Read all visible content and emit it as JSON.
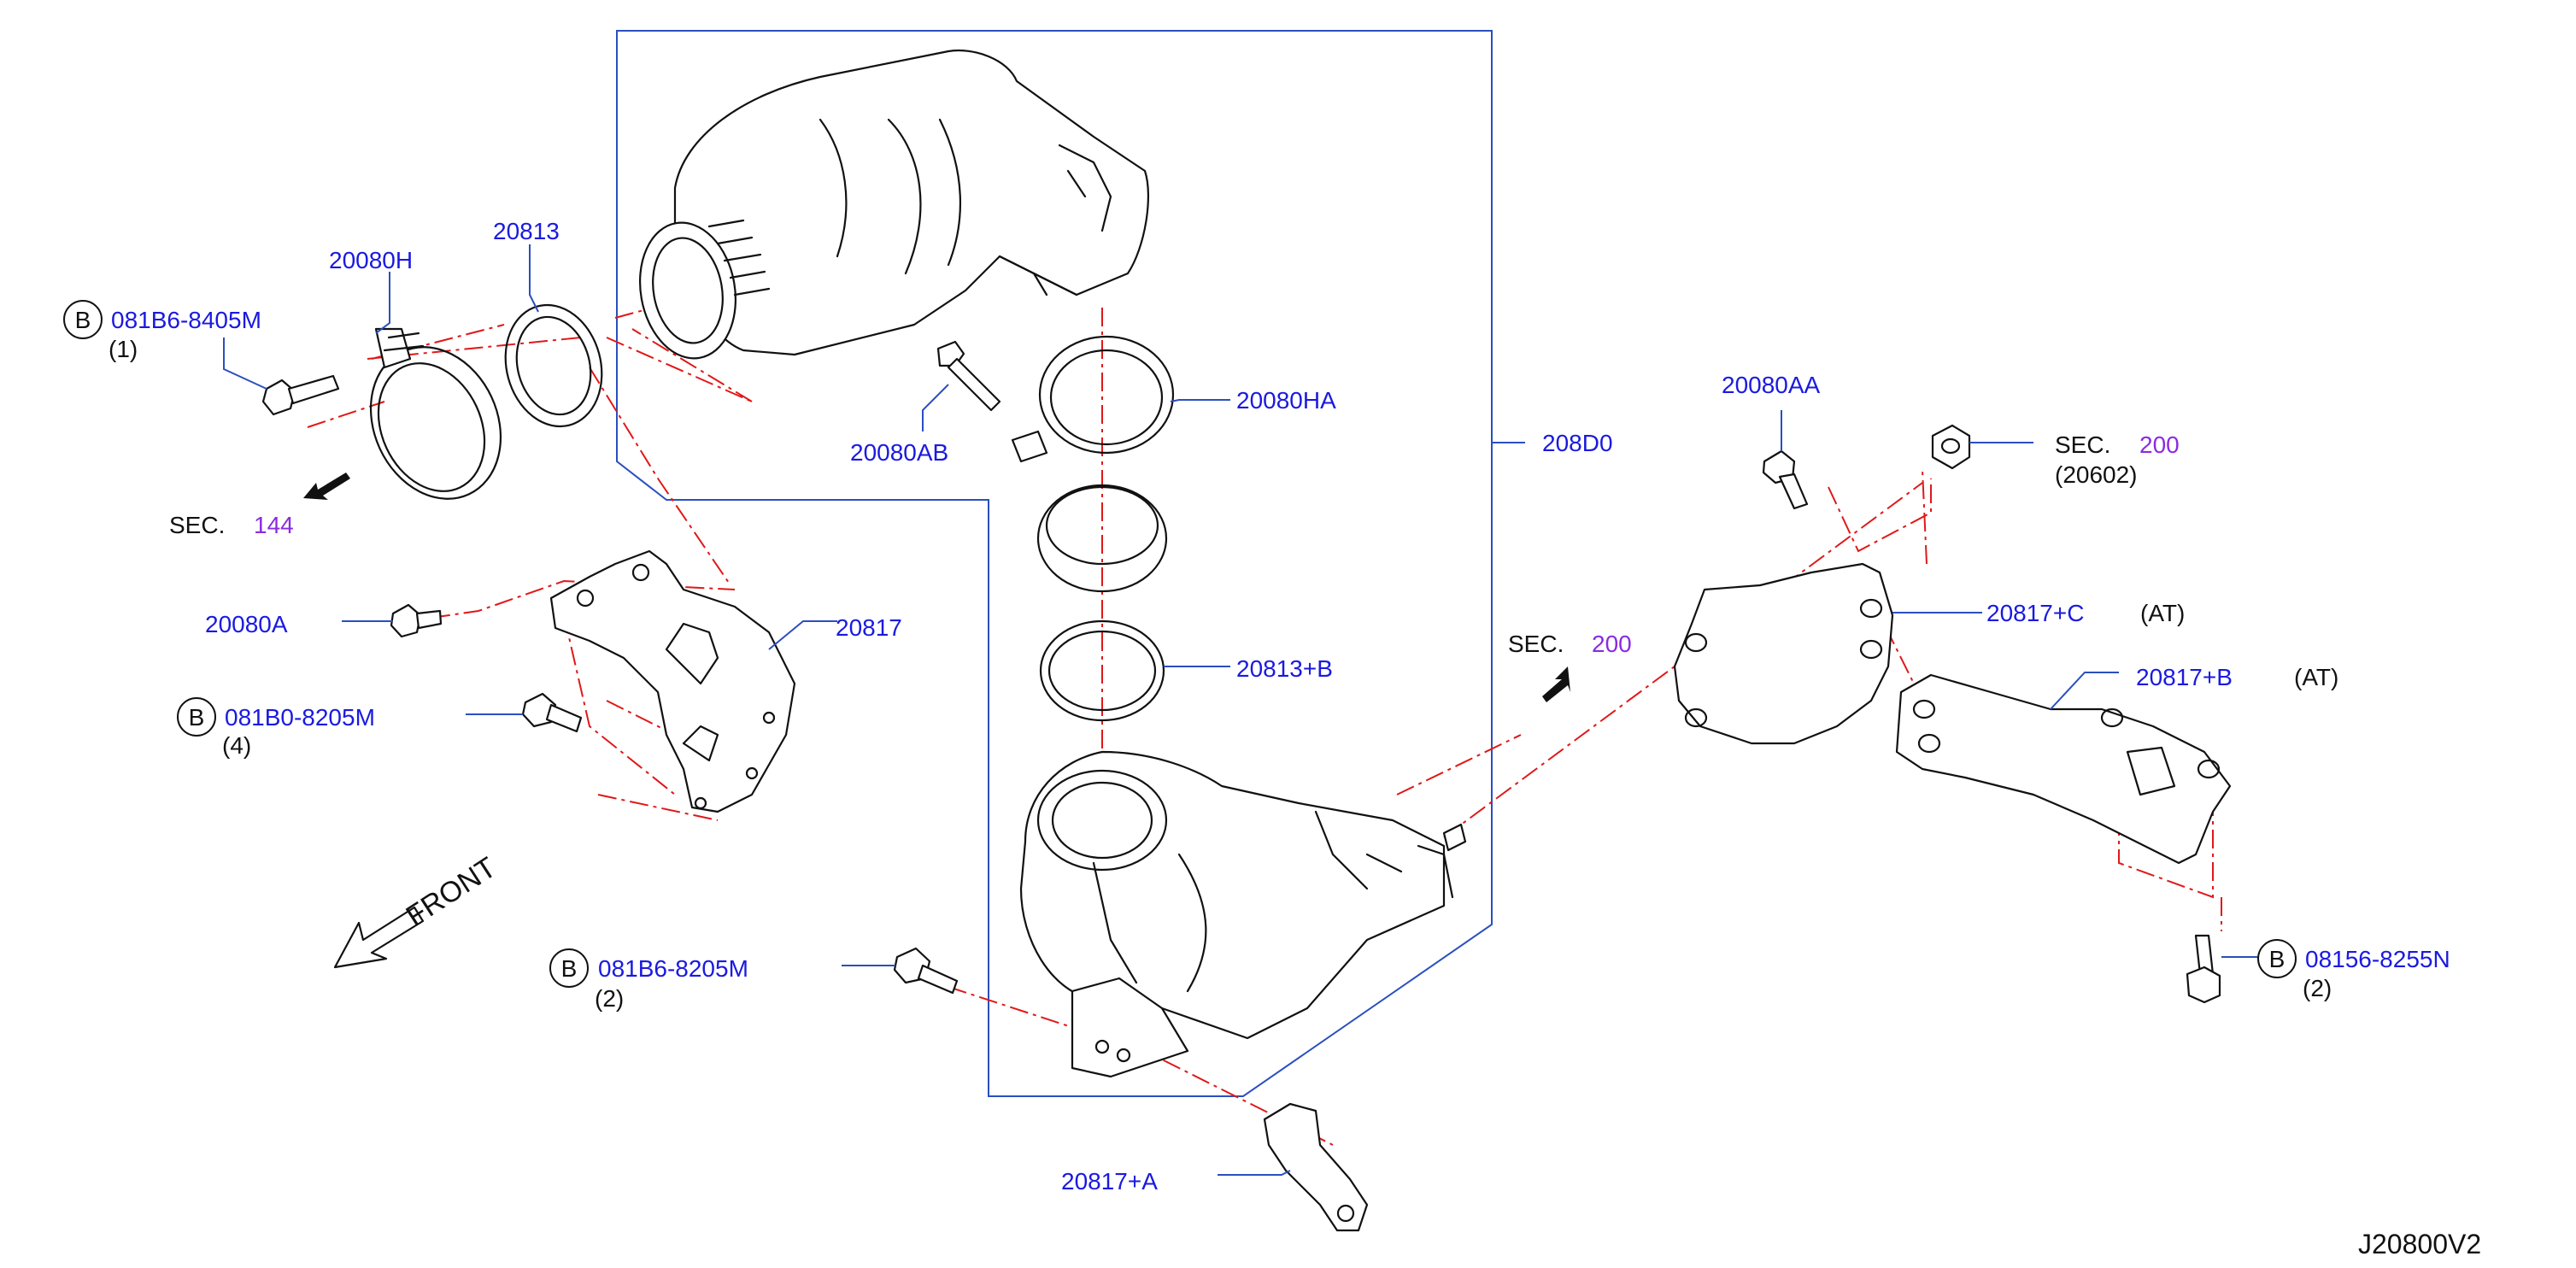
{
  "diagram_id": "J20800V2",
  "front_label": "FRONT",
  "callouts": {
    "bolt_081B6_8405M": {
      "prefix": "B",
      "code": "081B6-8405M",
      "qty": "(1)"
    },
    "clamp_20080H": "20080H",
    "gasket_20813": "20813",
    "sec_144": {
      "word": "SEC.",
      "num": "144"
    },
    "bolt_20080A": "20080A",
    "bracket_20817": "20817",
    "bolt_081B0_8205M": {
      "prefix": "B",
      "code": "081B0-8205M",
      "qty": "(4)"
    },
    "bolt_20080AB": "20080AB",
    "clamp_20080HA": "20080HA",
    "assembly_208D0": "208D0",
    "gasket_20813B": "20813+B",
    "sec_200_mid": {
      "word": "SEC.",
      "num": "200"
    },
    "bolt_081B6_8205M": {
      "prefix": "B",
      "code": "081B6-8205M",
      "qty": "(2)"
    },
    "bracket_20817A": "20817+A",
    "bolt_20080AA": "20080AA",
    "sec_200_right": {
      "word": "SEC.",
      "num": "200",
      "sub": "(20602)"
    },
    "bracket_20817C": {
      "code": "20817+C",
      "note": "(AT)"
    },
    "bracket_20817B": {
      "code": "20817+B",
      "note": "(AT)"
    },
    "bolt_08156_8255N": {
      "prefix": "B",
      "code": "08156-8255N",
      "qty": "(2)"
    }
  },
  "colors": {
    "part_code": "#1a1ae0",
    "section_num": "#8a2be2",
    "leader": "#2a4fbf",
    "centerline": "#e01818",
    "ink": "#111111"
  }
}
